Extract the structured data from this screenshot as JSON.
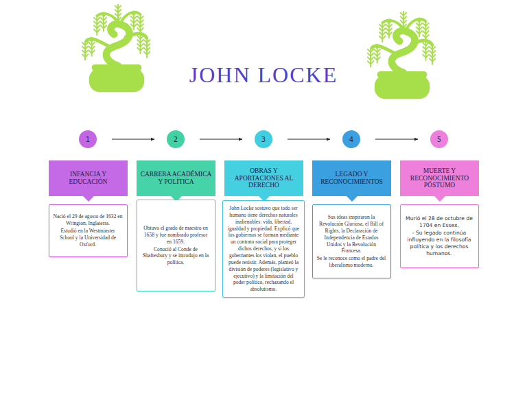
{
  "diagram": {
    "title": "JOHN LOCKE",
    "nodes": [
      {
        "text": [
          "1"
        ]
      },
      {
        "text": [
          "INFANCIA Y EDUCACIÓN"
        ]
      },
      {
        "text": [
          "Nació el 29 de agosto de 1632 en Wrington, Inglaterra.",
          "Estudió en la Westminster School y la Universidad de Oxford."
        ]
      },
      {
        "text": [
          "2"
        ]
      },
      {
        "text": [
          "CARRERA ACADÉMICA Y POLÍTICA"
        ]
      },
      {
        "text": [
          "Obtuvo el grado de maestro en 1658 y fue nombrado profesor en 1659.",
          "Conoció al Conde de Shaftesbury y se introdujo en la política."
        ]
      },
      {
        "text": [
          "3"
        ]
      },
      {
        "text": [
          "OBRAS Y APORTACIONES AL DERECHO"
        ]
      },
      {
        "text": [
          "John Locke sostuvo que todo ser humano tiene derechos naturales inalienables: vida, libertad, igualdad y propiedad. Explicó que los gobiernos se forman mediante un contrato social para proteger dichos derechos, y si los gobernantes los violan, el pueblo puede resistir. Además, planteó la división de poderes (legislativo y ejecutivo) y la limitación del poder político, rechazando el absolutismo."
        ]
      },
      {
        "text": [
          "4"
        ]
      },
      {
        "text": [
          "LEGADO Y RECONOCIMIENTOS"
        ]
      },
      {
        "text": [
          "Sus ideas inspiraron la Revolución Gloriosa, el Bill of Rights, la Declaración de Independencia de Estados Unidos y la Revolución Francesa.",
          "Se le reconoce como el padre del liberalismo moderno."
        ]
      },
      {
        "text": [
          "5"
        ]
      },
      {
        "text": [
          "MUERTE Y RECONOCIMIENTO PÓSTUMO"
        ]
      },
      {
        "text": [
          "Murió el 28 de octubre de 1704 en Essex.",
          "- Su legado continúa influyendo en la filosofía política y los derechos humanos."
        ]
      }
    ],
    "edges": [
      {
        "from": 0,
        "to": 3,
        "arrow": "to"
      },
      {
        "from": 3,
        "to": 6,
        "arrow": "to"
      },
      {
        "from": 6,
        "to": 9,
        "arrow": "to"
      },
      {
        "from": 9,
        "to": 12,
        "arrow": "to"
      }
    ]
  }
}
